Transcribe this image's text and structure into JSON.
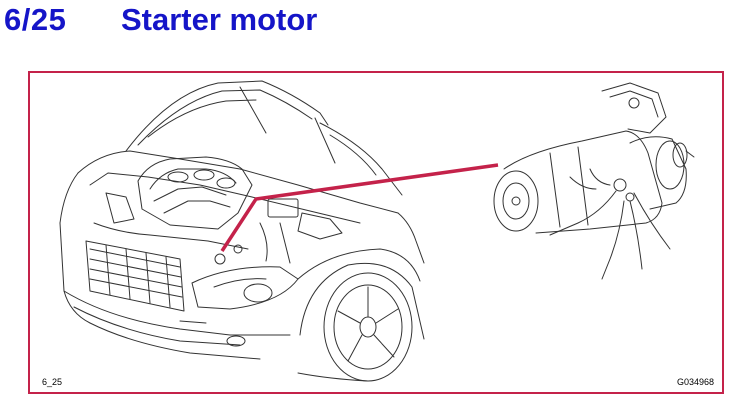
{
  "header": {
    "section_number": "6/25",
    "title": "Starter motor"
  },
  "figure": {
    "reference_label": "6_25",
    "image_code": "G034968"
  },
  "colors": {
    "heading_blue": "#1515c8",
    "frame_red": "#c4224a",
    "leader_line": "#c4224a",
    "line_art": "#333333"
  }
}
